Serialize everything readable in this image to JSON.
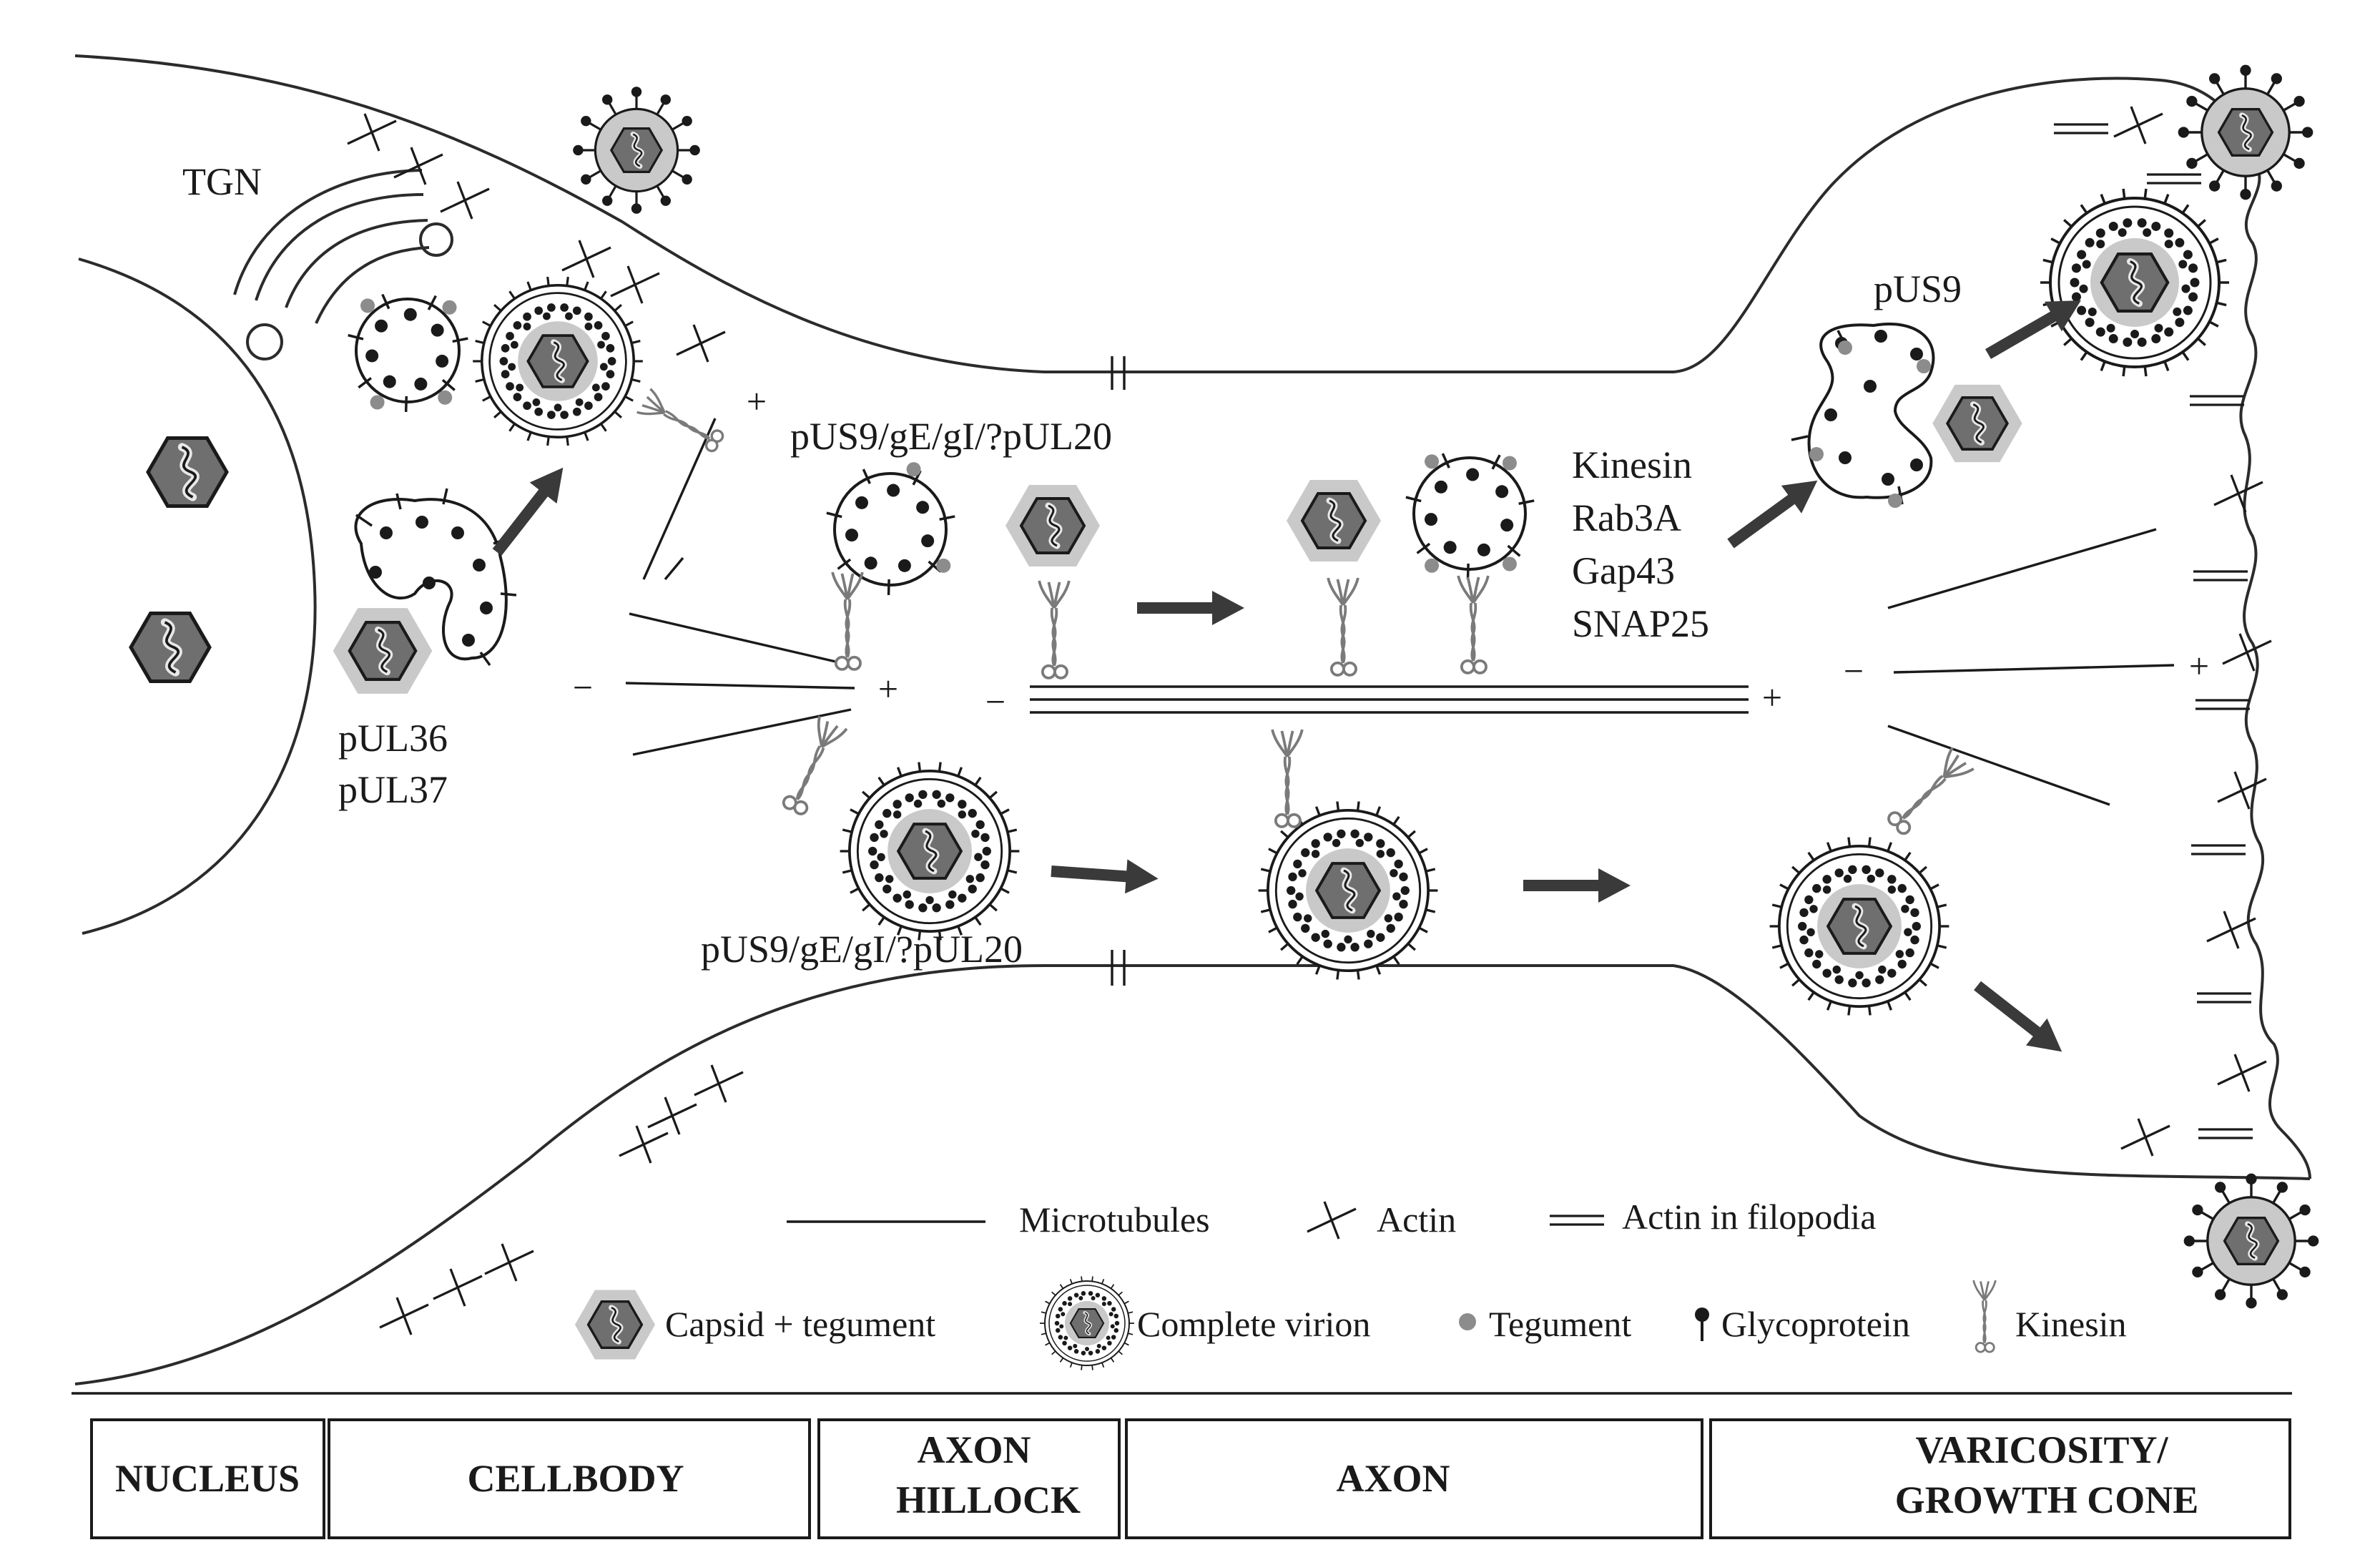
{
  "labels": {
    "tgn": "TGN",
    "pul36": "pUL36",
    "pul37": "pUL37",
    "complex_upper": "pUS9/gE/gI/?pUL20",
    "complex_lower": "pUS9/gE/gI/?pUL20",
    "pus9": "pUS9",
    "kinesin": "Kinesin",
    "rab3a": "Rab3A",
    "gap43": "Gap43",
    "snap25": "SNAP25"
  },
  "polarity": {
    "minus": "−",
    "plus": "+"
  },
  "legend": {
    "microtubules": "Microtubules",
    "actin": "Actin",
    "actin_filopodia": "Actin in filopodia",
    "capsid_tegument": "Capsid + tegument",
    "complete_virion": "Complete virion",
    "tegument": "Tegument",
    "glycoprotein": "Glycoprotein",
    "kinesin": "Kinesin"
  },
  "regions": {
    "nucleus": "NUCLEUS",
    "cellbody": "CELLBODY",
    "axon_hillock_1": "AXON",
    "axon_hillock_2": "HILLOCK",
    "axon": "AXON",
    "varicosity_1": "VARICOSITY/",
    "varicosity_2": "GROWTH CONE"
  },
  "colors": {
    "ink": "#1a1a1a",
    "capsid_fill": "#6f6f6f",
    "capsid_halo": "#c9c9c9",
    "tegument_dot": "#8c8c8c",
    "kinesin": "#7a7a7a",
    "arrow": "#3a3a3a"
  }
}
